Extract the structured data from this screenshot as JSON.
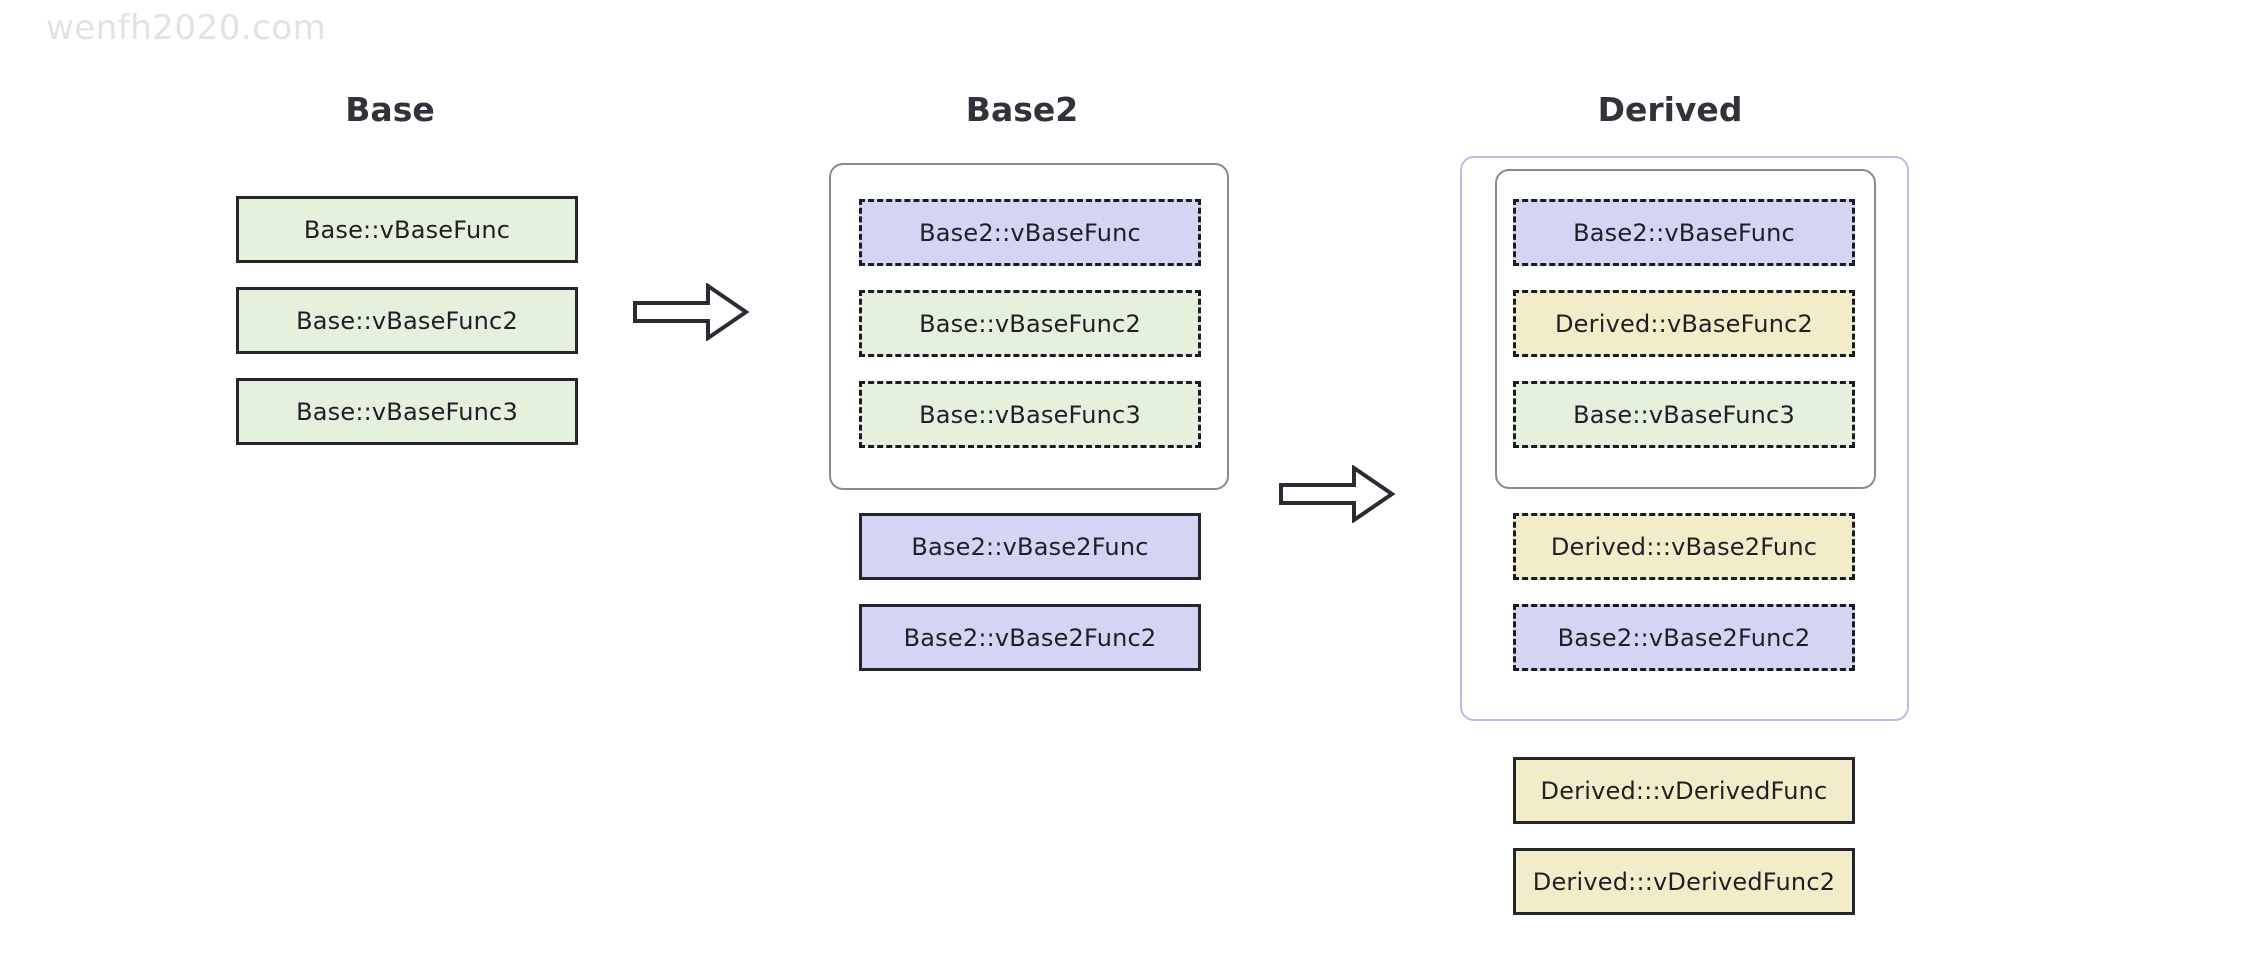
{
  "watermark": "wenfh2020.com",
  "palette": {
    "green": "#e5f1dd",
    "lavender": "#d4d4f4",
    "yellow": "#f3ecc9",
    "border_dark": "#25252e",
    "group_gray": "#8a8a92",
    "group_blue": "#b9bce8",
    "watermark_gray": "#e2e2e2",
    "background": "#ffffff"
  },
  "columns": [
    {
      "id": "base",
      "title": "Base"
    },
    {
      "id": "base2",
      "title": "Base2"
    },
    {
      "id": "derived",
      "title": "Derived"
    }
  ],
  "base_column": {
    "title": "Base",
    "entries": [
      {
        "label": "Base::vBaseFunc",
        "fill": "green",
        "border": "solid"
      },
      {
        "label": "Base::vBaseFunc2",
        "fill": "green",
        "border": "solid"
      },
      {
        "label": "Base::vBaseFunc3",
        "fill": "green",
        "border": "solid"
      }
    ]
  },
  "base2_column": {
    "title": "Base2",
    "inherited_group": {
      "name": "base-vtable-slice",
      "entries": [
        {
          "label": "Base2::vBaseFunc",
          "fill": "lavender",
          "border": "dashed"
        },
        {
          "label": "Base::vBaseFunc2",
          "fill": "green",
          "border": "dashed"
        },
        {
          "label": "Base::vBaseFunc3",
          "fill": "green",
          "border": "dashed"
        }
      ]
    },
    "own_entries": [
      {
        "label": "Base2::vBase2Func",
        "fill": "lavender",
        "border": "solid"
      },
      {
        "label": "Base2::vBase2Func2",
        "fill": "lavender",
        "border": "solid"
      }
    ]
  },
  "derived_column": {
    "title": "Derived",
    "base2_group": {
      "name": "base2-vtable-slice",
      "inner_group": {
        "name": "base-vtable-slice",
        "entries": [
          {
            "label": "Base2::vBaseFunc",
            "fill": "lavender",
            "border": "dashed"
          },
          {
            "label": "Derived::vBaseFunc2",
            "fill": "yellow",
            "border": "dashed"
          },
          {
            "label": "Base::vBaseFunc3",
            "fill": "green",
            "border": "dashed"
          }
        ]
      },
      "entries": [
        {
          "label": "Derived:::vBase2Func",
          "fill": "yellow",
          "border": "dashed"
        },
        {
          "label": "Base2::vBase2Func2",
          "fill": "lavender",
          "border": "dashed"
        }
      ]
    },
    "own_entries": [
      {
        "label": "Derived:::vDerivedFunc",
        "fill": "yellow",
        "border": "solid"
      },
      {
        "label": "Derived:::vDerivedFunc2",
        "fill": "yellow",
        "border": "solid"
      }
    ]
  },
  "arrows": [
    {
      "name": "arrow-base-to-base2",
      "from": "Base",
      "to": "Base2"
    },
    {
      "name": "arrow-base2-to-derived",
      "from": "Base2",
      "to": "Derived"
    }
  ]
}
